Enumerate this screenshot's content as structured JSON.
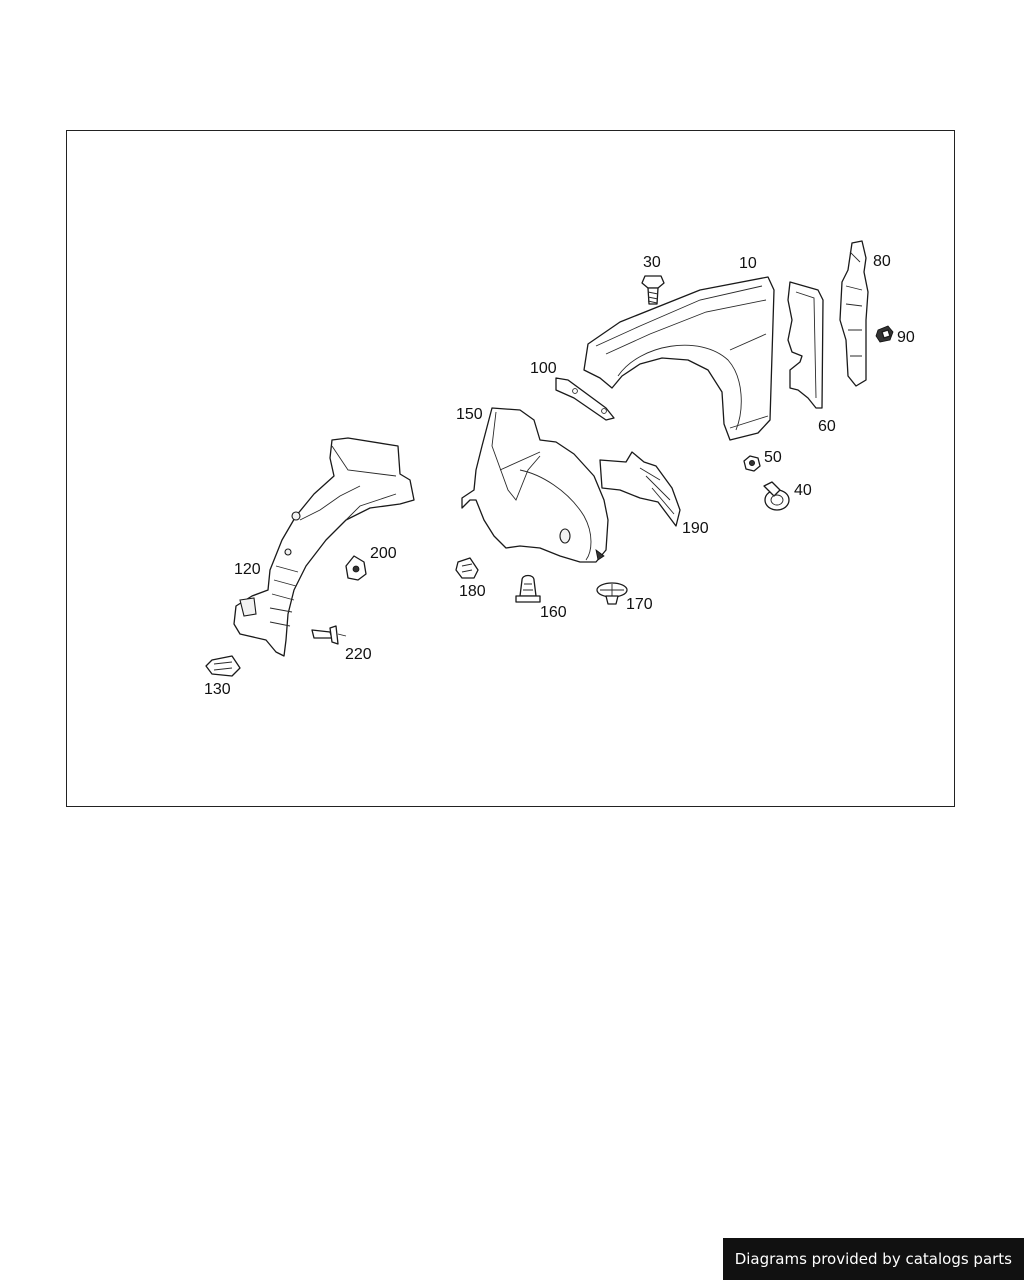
{
  "callouts": {
    "p10": "10",
    "p30": "30",
    "p40": "40",
    "p50": "50",
    "p60": "60",
    "p80": "80",
    "p90": "90",
    "p100": "100",
    "p120": "120",
    "p130": "130",
    "p150": "150",
    "p160": "160",
    "p170": "170",
    "p180": "180",
    "p190": "190",
    "p200": "200",
    "p220": "220"
  },
  "footer": {
    "credit": "Diagrams provided by catalogs parts"
  }
}
